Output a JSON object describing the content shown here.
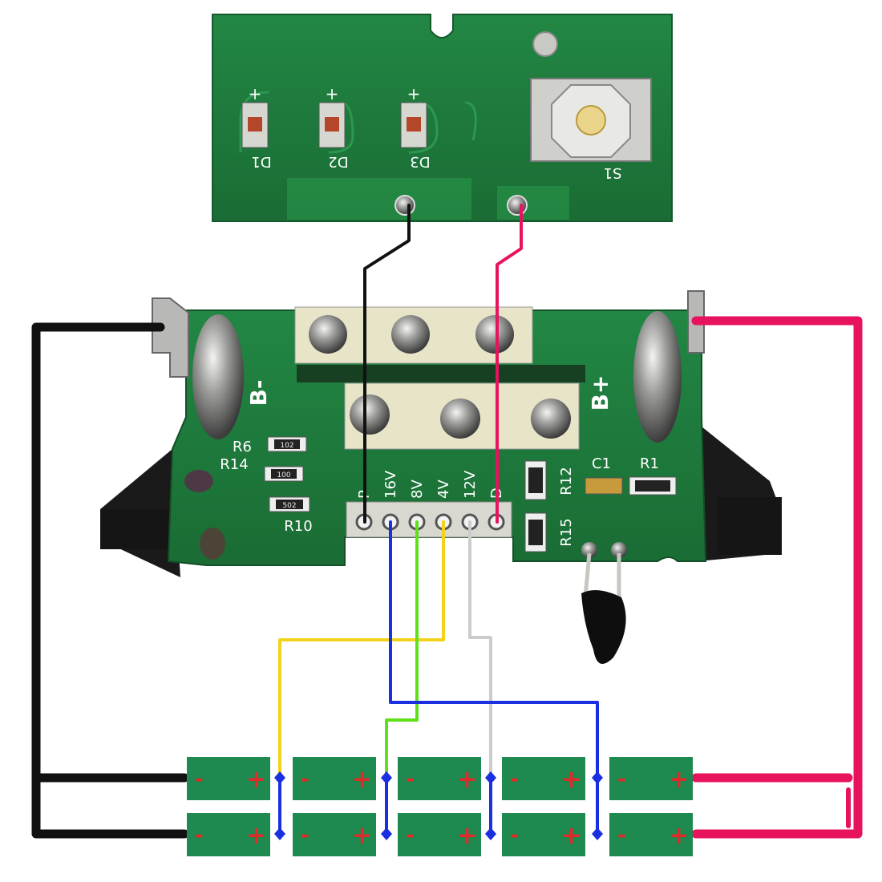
{
  "led_board": {
    "leds": [
      {
        "label": "D1",
        "polarity": "+"
      },
      {
        "label": "D2",
        "polarity": "+"
      },
      {
        "label": "D3",
        "polarity": "+"
      }
    ],
    "switch_label": "S1"
  },
  "main_board": {
    "terminal_minus": "B-",
    "terminal_plus": "B+",
    "header_pins": [
      "P",
      "16V",
      "8V",
      "4V",
      "12V",
      "D"
    ],
    "resistor_labels": [
      "R6",
      "R14",
      "R10",
      "R12",
      "R15",
      "R1"
    ],
    "capacitor_label": "C1",
    "smd_codes": [
      "102",
      "100",
      "502"
    ]
  },
  "cells": {
    "negative_sign": "-",
    "positive_sign": "+",
    "count_per_row": 5,
    "rows": 2
  },
  "wire_colors": {
    "minus": "#111111",
    "plus": "#e8135f",
    "v4": "#f2d21b",
    "v8": "#5fe019",
    "v12": "#cccccc",
    "v16": "#1a2fe0",
    "d_signal": "#e8135f",
    "p_signal": "#111111"
  },
  "board_colors": {
    "pcb": "#1d7a3c",
    "cell": "#1e8a4f",
    "pad": "#d9d9d4",
    "holder": "#1a1a1a"
  },
  "icons": [
    "tactile-switch-icon",
    "thermistor-icon",
    "solder-pad-icon"
  ]
}
